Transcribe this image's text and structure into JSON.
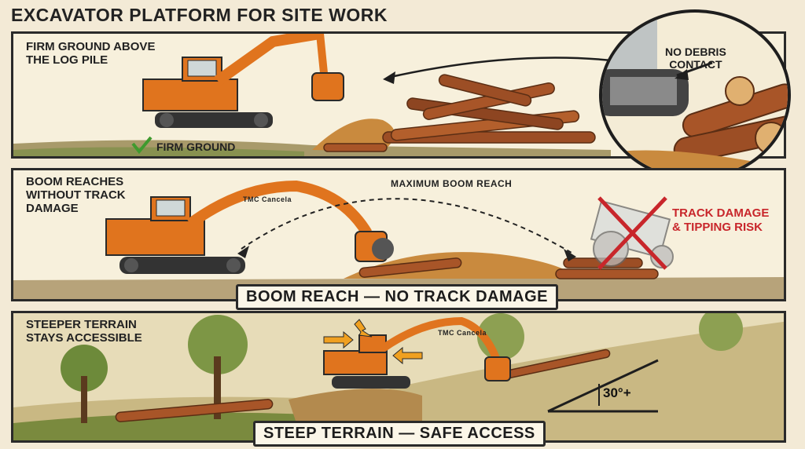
{
  "title": "EXCAVATOR PLATFORM FOR SITE WORK",
  "panel1": {
    "label_line1": "FIRM GROUND ABOVE",
    "label_line2": "THE LOG PILE",
    "check_label": "FIRM GROUND",
    "callout_line1": "NO DEBRIS",
    "callout_line2": "CONTACT"
  },
  "panel2": {
    "label_line1": "BOOM REACHES",
    "label_line2": "WITHOUT TRACK",
    "label_line3": "DAMAGE",
    "reach_label": "MAXIMUM BOOM REACH",
    "boom_text": "TMC Cancela",
    "risk_line1": "TRACK DAMAGE",
    "risk_line2": "& TIPPING RISK",
    "caption": "BOOM REACH — NO TRACK DAMAGE"
  },
  "panel3": {
    "label_line1": "STEEPER TERRAIN",
    "label_line2": "STAYS ACCESSIBLE",
    "boom_text": "TMC Cancela",
    "angle_label": "30°+",
    "caption": "STEEP TERRAIN — SAFE ACCESS"
  },
  "colors": {
    "excavator": "#e0741e",
    "risk": "#c8262b",
    "check": "#3f9a2e"
  }
}
